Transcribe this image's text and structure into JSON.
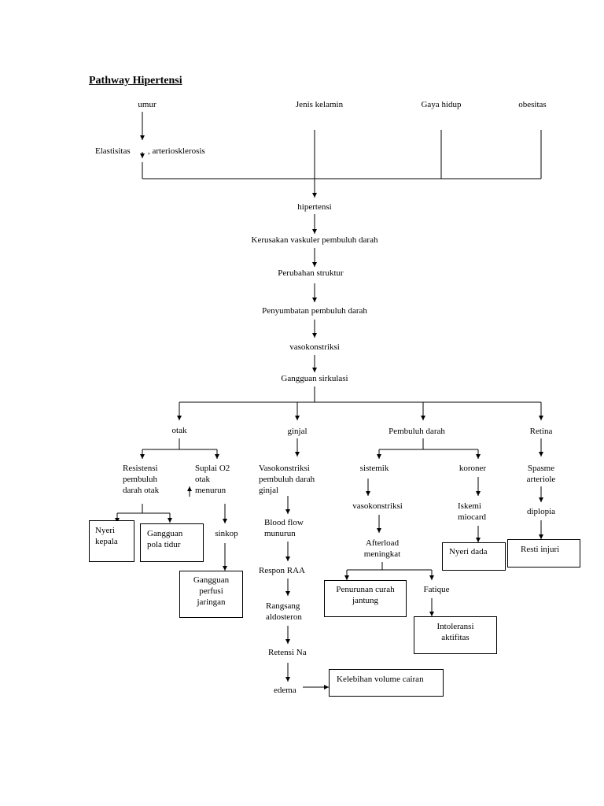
{
  "title": "Pathway Hipertensi",
  "causes": {
    "umur": "umur",
    "jenis_kelamin": "Jenis kelamin",
    "gaya_hidup": "Gaya hidup",
    "obesitas": "obesitas",
    "elastisitas": "Elastisitas",
    "arteriosklerosis": ", arteriosklerosis"
  },
  "main_chain": [
    "hipertensi",
    "Kerusakan vaskuler pembuluh darah",
    "Perubahan struktur",
    "Penyumbatan pembuluh darah",
    "vasokonstriksi",
    "Gangguan sirkulasi"
  ],
  "branches": {
    "otak": "otak",
    "ginjal": "ginjal",
    "pembuluh_darah": "Pembuluh darah",
    "retina": "Retina"
  },
  "otak": {
    "resistensi": "Resistensi\npembuluh\ndarah otak",
    "suplai": "Suplai O2\notak\nmenurun",
    "nyeri_kepala": "Nyeri\nkepala",
    "gangguan_pola_tidur": "Gangguan\npola tidur",
    "sinkop": "sinkop",
    "gangguan_perfusi": "Gangguan\nperfusi\njaringan"
  },
  "ginjal": {
    "vasokonstriksi": "Vasokonstriksi\npembuluh darah\nginjal",
    "blood_flow": "Blood flow\nmunurun",
    "respon_raa": "Respon RAA",
    "rangsang": "Rangsang\naldosteron",
    "retensi": "Retensi Na",
    "edema": "edema",
    "kelebihan": "Kelebihan volume cairan"
  },
  "pembuluh": {
    "sistemik": "sistemik",
    "vasokonstriksi": "vasokonstriksi",
    "afterload": "Afterload\nmeningkat",
    "penurunan": "Penurunan curah\njantung",
    "fatique": "Fatique",
    "intoleransi": "Intoleransi\naktifitas",
    "koroner": "koroner",
    "iskemi": "Iskemi\nmiocard",
    "nyeri_dada": "Nyeri dada"
  },
  "retina": {
    "spasme": "Spasme\narteriole",
    "diplopia": "diplopia",
    "resti_injuri": "Resti injuri"
  }
}
